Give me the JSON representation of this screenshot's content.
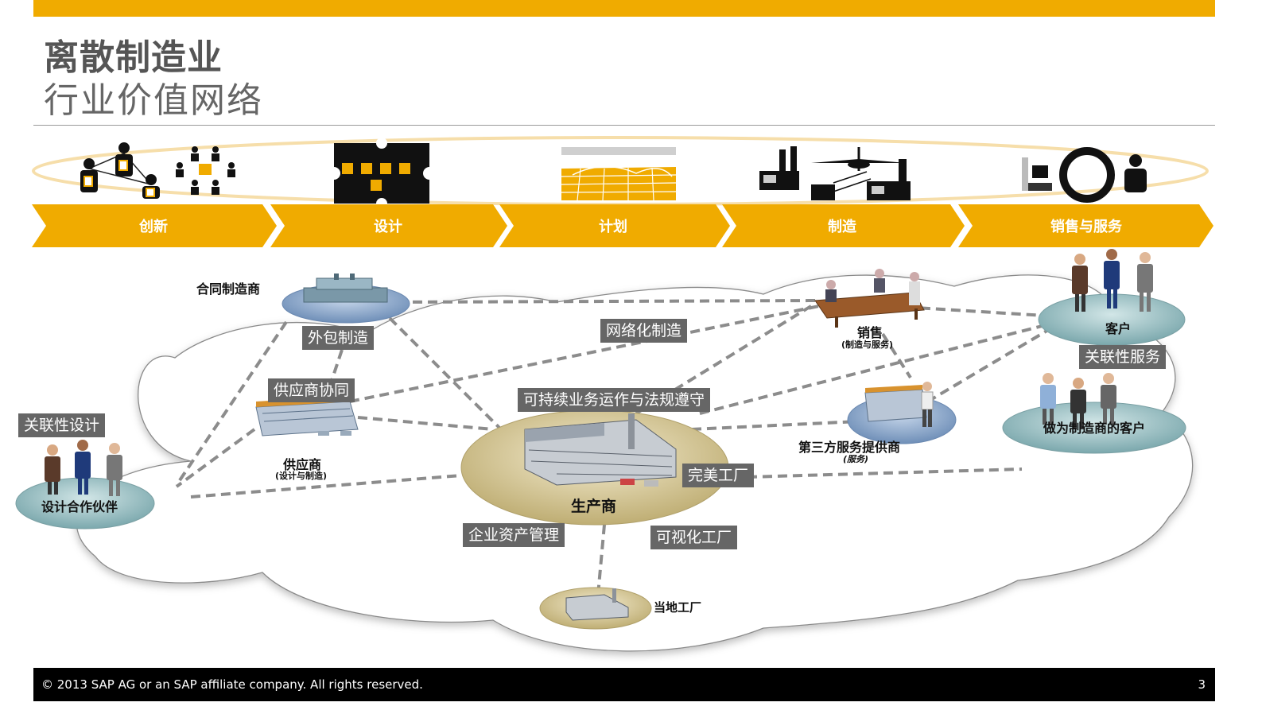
{
  "header": {
    "title_line1": "离散制造业",
    "title_line2": "行业价值网络"
  },
  "process": {
    "stages": [
      {
        "label": "创新",
        "icon": "people-network-icon"
      },
      {
        "label": "设计",
        "icon": "puzzle-icon"
      },
      {
        "label": "计划",
        "icon": "map-icon"
      },
      {
        "label": "制造",
        "icon": "factory-logistics-icon"
      },
      {
        "label": "销售与服务",
        "icon": "cycle-service-icon"
      }
    ]
  },
  "nodes": {
    "contract_manufacturer": "合同制造商",
    "sales": "销售",
    "sales_sub": "(制造与服务)",
    "customer": "客户",
    "supplier": "供应商",
    "supplier_sub": "(设计与制造)",
    "third_party": "第三方服务提供商",
    "third_party_sub": "(服务)",
    "customer_as_manufacturer": "做为制造商的客户",
    "design_partner": "设计合作伙伴",
    "manufacturer": "生产商",
    "local_plant": "当地工厂"
  },
  "capabilities": {
    "outsourced_manufacturing": "外包制造",
    "networked_manufacturing": "网络化制造",
    "supplier_collaboration": "供应商协同",
    "sustainable_operations": "可持续业务运作与法规遵守",
    "connected_design": "关联性设计",
    "connected_service": "关联性服务",
    "perfect_plant": "完美工厂",
    "asset_management": "企业资产管理",
    "visible_plant": "可视化工厂"
  },
  "footer": {
    "copyright": "© 2013 SAP AG or an SAP affiliate company. All rights reserved.",
    "page_number": "3"
  },
  "colors": {
    "accent": "#f0ab00",
    "label_bg": "#666666",
    "platform_blue": "#8fa9c9",
    "platform_teal": "#8fb8bc",
    "platform_gold": "#d9cc9c"
  }
}
